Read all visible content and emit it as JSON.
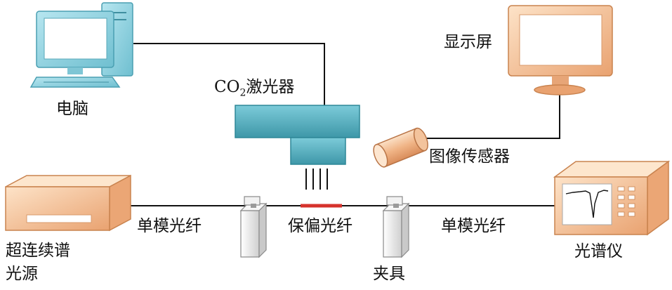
{
  "labels": {
    "computer": "电脑",
    "laser_prefix": "CO",
    "laser_sub": "2",
    "laser_suffix": "激光器",
    "monitor": "显示屏",
    "image_sensor": "图像传感器",
    "supercontinuum_line1": "超连续谱",
    "supercontinuum_line2": "光源",
    "smf_left": "单模光纤",
    "pmf": "保偏光纤",
    "smf_right": "单模光纤",
    "clamp": "夹具",
    "spectrometer": "光谱仪"
  },
  "colors": {
    "computer_body": "#8fd0de",
    "computer_screen": "#ffffff",
    "laser_body": "#5fb3c3",
    "monitor_body": "#f6b888",
    "sensor_body": "#f0c09a",
    "source_body": "#f8d4b0",
    "spectrometer_body": "#f8d4b0",
    "clamp_body": "#ececec",
    "fiber": "#111111",
    "pmf_segment": "#d6322c"
  },
  "icons": [
    "computer-icon",
    "co2-laser-icon",
    "monitor-icon",
    "image-sensor-icon",
    "light-source-icon",
    "fiber-clamp-icon",
    "spectrum-analyzer-icon"
  ]
}
